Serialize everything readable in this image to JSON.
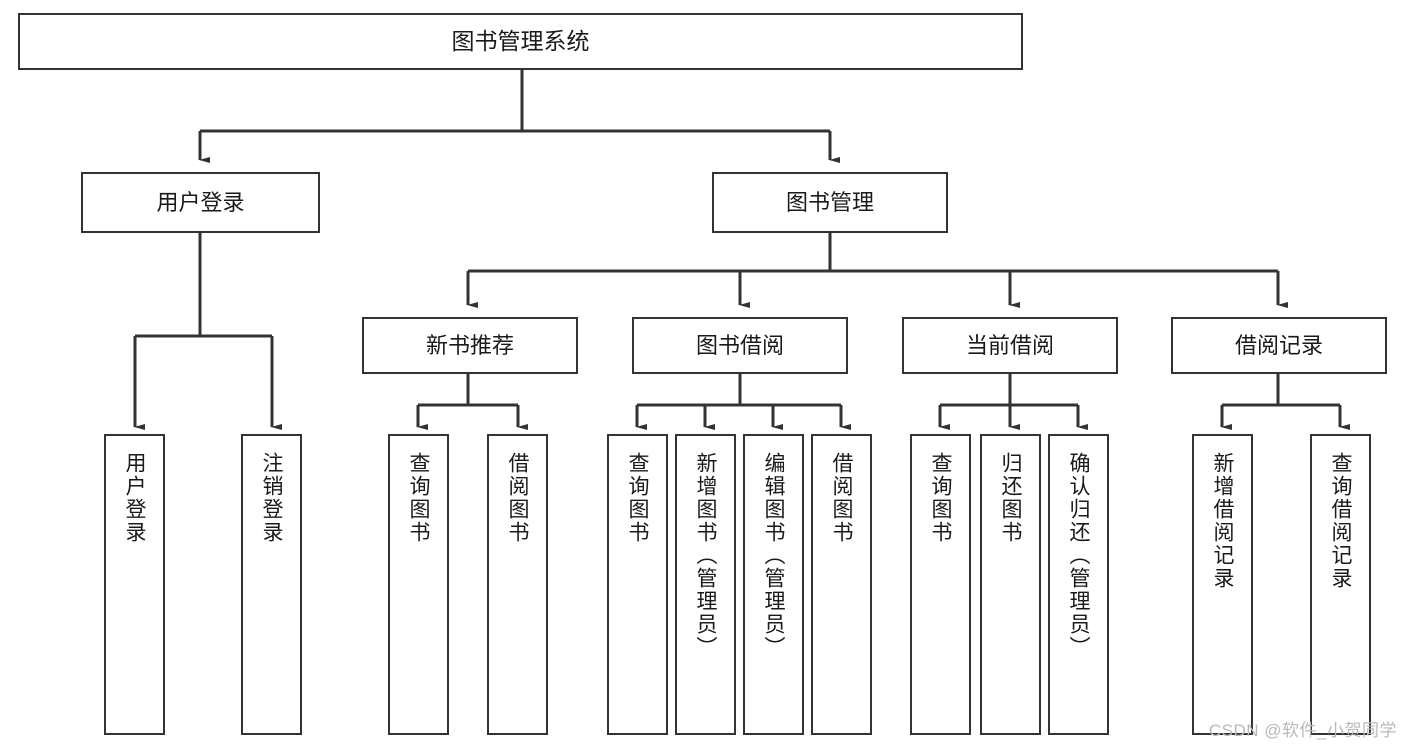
{
  "diagram": {
    "title": "图书管理系统",
    "type": "tree-hierarchy-chart",
    "root": {
      "label": "图书管理系统"
    },
    "level2": [
      {
        "label": "用户登录"
      },
      {
        "label": "图书管理"
      }
    ],
    "level3": [
      {
        "label": "新书推荐"
      },
      {
        "label": "图书借阅"
      },
      {
        "label": "当前借阅"
      },
      {
        "label": "借阅记录"
      }
    ],
    "leaves": {
      "user_login": [
        {
          "label": "用户登录"
        },
        {
          "label": "注销登录"
        }
      ],
      "new_book_recommend": [
        {
          "label": "查询图书"
        },
        {
          "label": "借阅图书"
        }
      ],
      "book_borrow": [
        {
          "label": "查询图书"
        },
        {
          "label": "新增图书（管理员）"
        },
        {
          "label": "编辑图书（管理员）"
        },
        {
          "label": "借阅图书"
        }
      ],
      "current_borrow": [
        {
          "label": "查询图书"
        },
        {
          "label": "归还图书"
        },
        {
          "label": "确认归还（管理员）"
        }
      ],
      "borrow_record": [
        {
          "label": "新增借阅记录"
        },
        {
          "label": "查询借阅记录"
        }
      ]
    }
  },
  "watermark": {
    "text": "CSDN @软件_小贺同学"
  },
  "colors": {
    "border": "#333333",
    "background": "#ffffff",
    "text": "#1a1a1a",
    "watermark": "#b9b9b9"
  }
}
